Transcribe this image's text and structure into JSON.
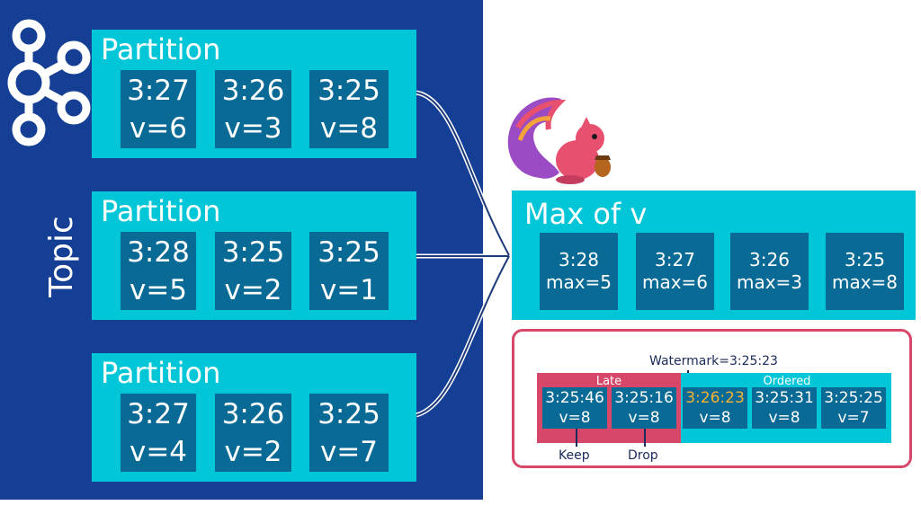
{
  "topic": {
    "label": "Topic",
    "partitions": [
      {
        "title": "Partition",
        "events": [
          {
            "time": "3:27",
            "value": "v=6"
          },
          {
            "time": "3:26",
            "value": "v=3"
          },
          {
            "time": "3:25",
            "value": "v=8"
          }
        ]
      },
      {
        "title": "Partition",
        "events": [
          {
            "time": "3:28",
            "value": "v=5"
          },
          {
            "time": "3:25",
            "value": "v=2"
          },
          {
            "time": "3:25",
            "value": "v=1"
          }
        ]
      },
      {
        "title": "Partition",
        "events": [
          {
            "time": "3:27",
            "value": "v=4"
          },
          {
            "time": "3:26",
            "value": "v=2"
          },
          {
            "time": "3:25",
            "value": "v=7"
          }
        ]
      }
    ]
  },
  "max": {
    "title": "Max of v",
    "results": [
      {
        "time": "3:28",
        "value": "max=5"
      },
      {
        "time": "3:27",
        "value": "max=6"
      },
      {
        "time": "3:26",
        "value": "max=3"
      },
      {
        "time": "3:25",
        "value": "max=8"
      }
    ]
  },
  "watermark": {
    "label": "Watermark=3:25:23",
    "late_label": "Late",
    "ordered_label": "Ordered",
    "late_events": [
      {
        "time": "3:25:46",
        "value": "v=8",
        "note": "Keep"
      },
      {
        "time": "3:25:16",
        "value": "v=8",
        "note": "Drop"
      }
    ],
    "ordered_events": [
      {
        "time": "3:26:23",
        "value": "v=8"
      },
      {
        "time": "3:25:31",
        "value": "v=8"
      },
      {
        "time": "3:25:25",
        "value": "v=7"
      }
    ]
  },
  "colors": {
    "topic_bg": "#143f95",
    "partition_bg": "#00c6d7",
    "cell_bg": "#0a6a96",
    "late_bg": "#d6476a",
    "highlight_text": "#f2b233"
  },
  "icons": [
    "kafka-logo-icon",
    "flink-squirrel-logo-icon"
  ]
}
